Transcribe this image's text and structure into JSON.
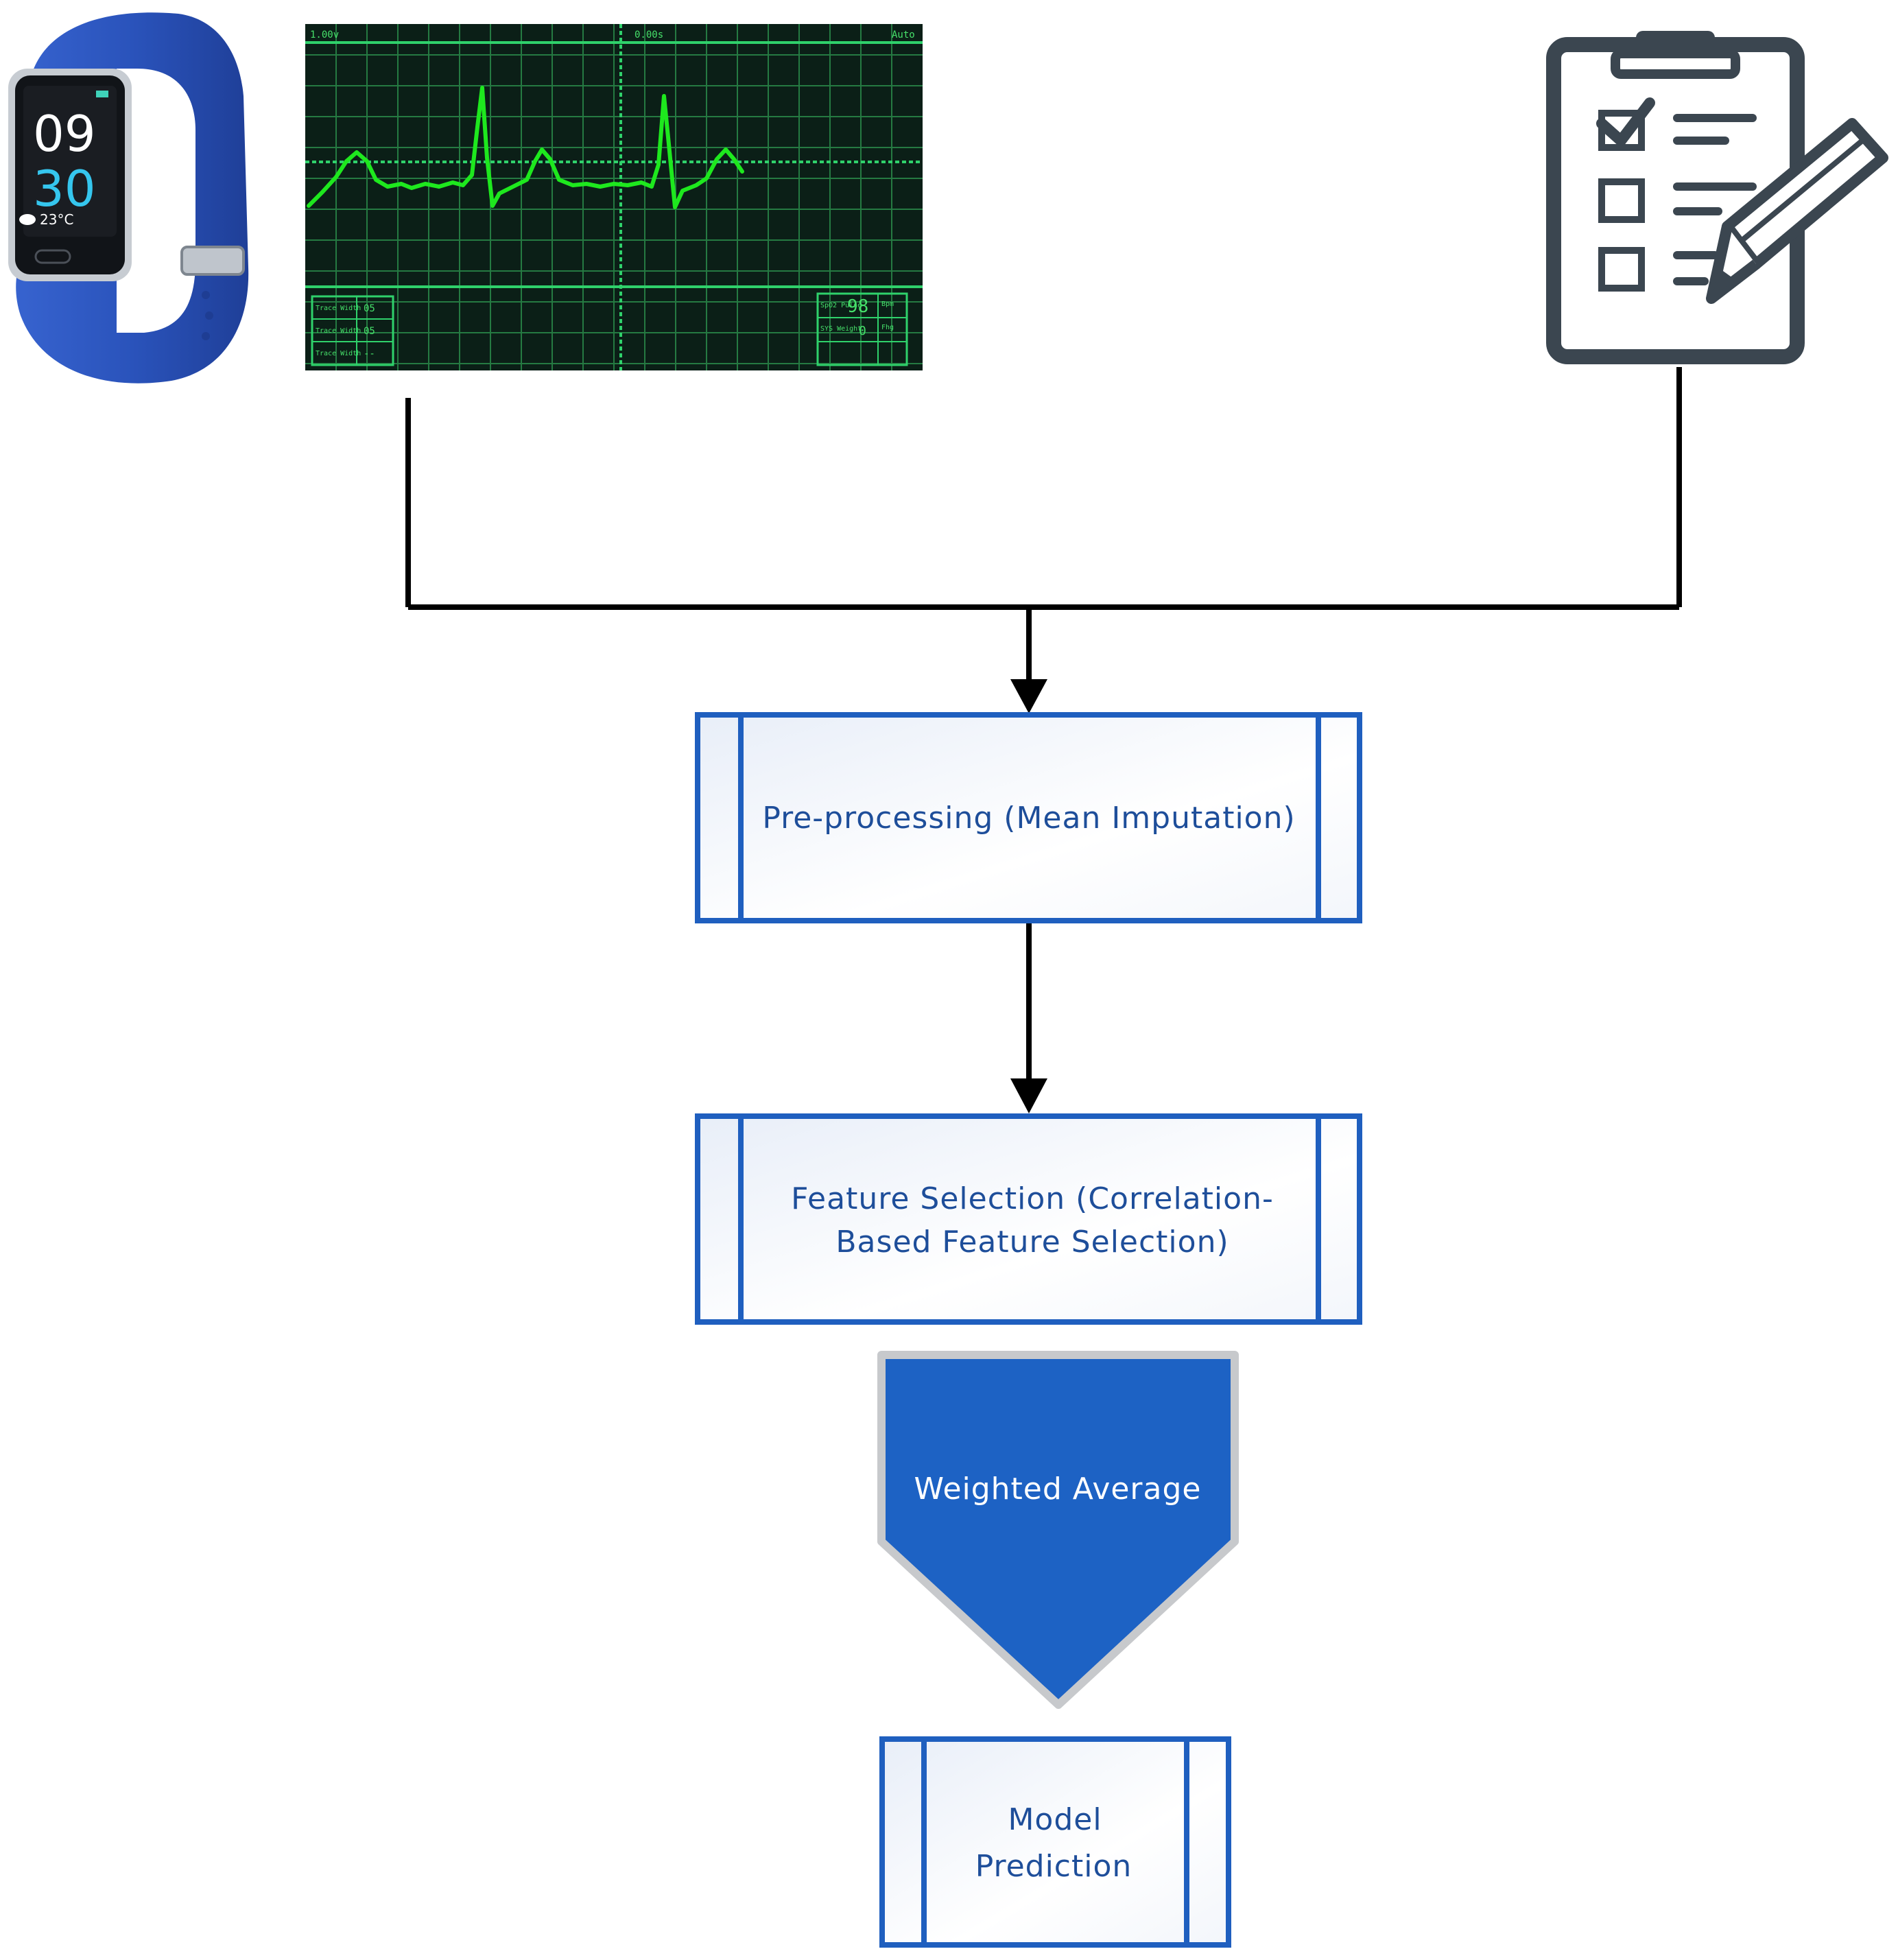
{
  "wristband": {
    "time_hours": "09",
    "time_minutes": "30",
    "temperature": "23°C"
  },
  "monitor": {
    "top_left": "1.00v",
    "top_mid": "0.00s",
    "top_right": "Auto",
    "left_box_rows": [
      {
        "label": "Trace Width",
        "value": "05"
      },
      {
        "label": "Trace Width",
        "value": "05"
      },
      {
        "label": "Trace Width",
        "value": "--"
      }
    ],
    "spo2_label": "SpO2 Pulse",
    "spo2_value": "98",
    "spo2_unit": "Bpm",
    "pp_label": "SYS Weight",
    "pp_value": "0",
    "pp_unit": "Fhg"
  },
  "flow": {
    "preprocessing": "Pre-processing (Mean Imputation)",
    "feature_selection_line1": "Feature Selection (Correlation-",
    "feature_selection_line2": "Based Feature Selection)",
    "weighted_average": "Weighted Average",
    "model_line1": "Model",
    "model_line2": "Prediction"
  },
  "colors": {
    "process_border": "#1f5fbf",
    "process_text": "#1e4e9a",
    "merge_fill": "#1d62c4",
    "merge_border": "#c7c9cc",
    "ecg_trace": "#1ee81e",
    "ecg_grid": "#2a8a4a",
    "monitor_bg": "#0b1f17",
    "band_blue": "#2b55bd",
    "clipboard": "#3b4650"
  }
}
